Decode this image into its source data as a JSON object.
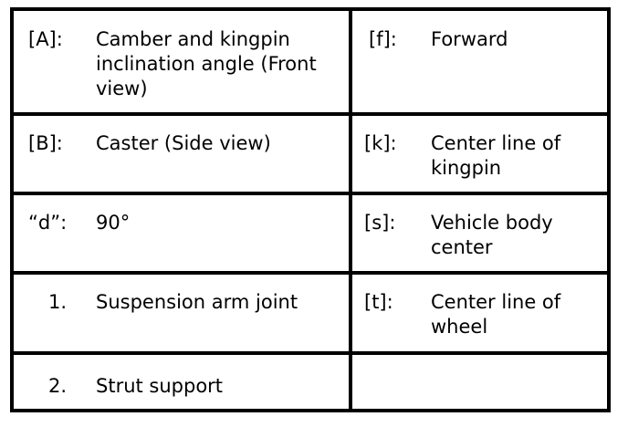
{
  "rows": [
    {
      "left": {
        "key": "[A]:",
        "value": "Camber and kingpin\ninclination angle (Front\nview)"
      },
      "right": {
        "key": "[f]:",
        "value": "Forward"
      }
    },
    {
      "left": {
        "key": "[B]:",
        "value": "Caster (Side view)"
      },
      "right": {
        "key": "[k]:",
        "value": "Center line of\nkingpin"
      }
    },
    {
      "left": {
        "key": "“d”:",
        "value": "90°"
      },
      "right": {
        "key": "[s]:",
        "value": "Vehicle body\ncenter"
      }
    },
    {
      "left": {
        "key": "1.",
        "value": "Suspension arm joint"
      },
      "right": {
        "key": "[t]:",
        "value": "Center line of\nwheel"
      }
    },
    {
      "left": {
        "key": "2.",
        "value": "Strut support"
      },
      "right": {
        "key": "",
        "value": ""
      }
    }
  ]
}
